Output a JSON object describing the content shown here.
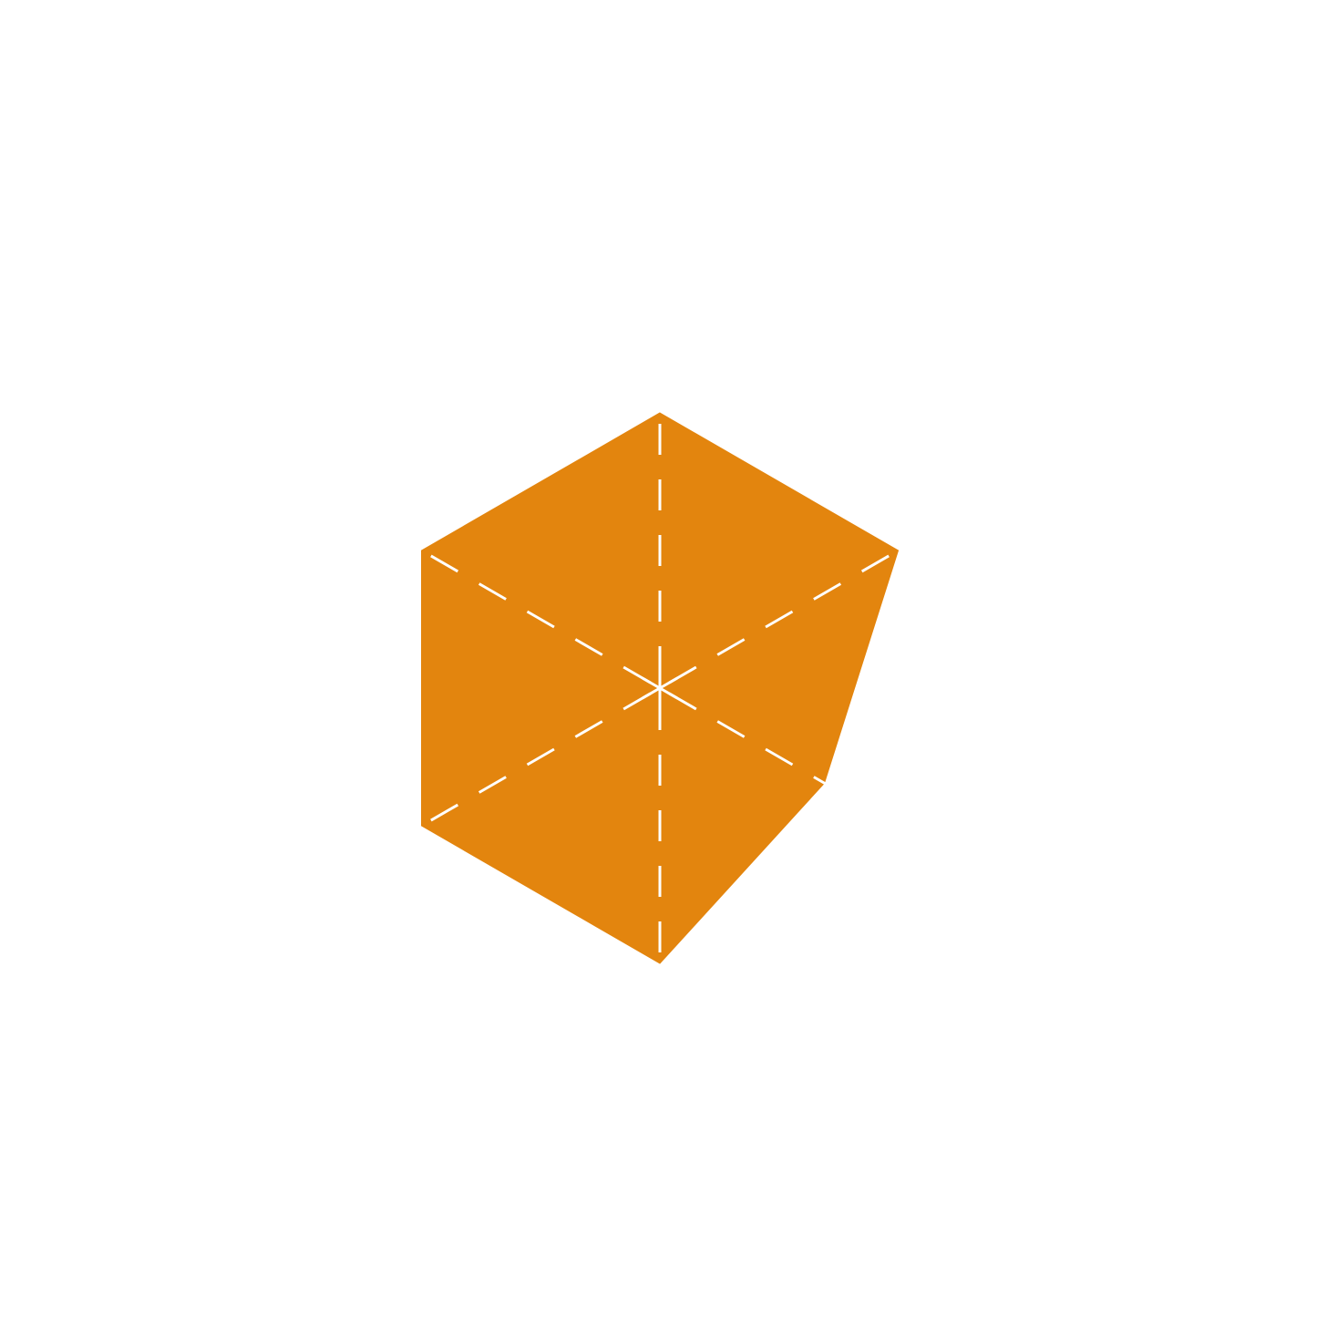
{
  "chart_data": {
    "type": "radar",
    "title": "",
    "axes_count": 6,
    "axis_labels": [],
    "rlim": [
      0,
      1
    ],
    "grid": false,
    "legend": "none",
    "series": [
      {
        "values": [
          1.0,
          1.0,
          0.69,
          1.0,
          1.0,
          1.0
        ],
        "color": "#e3850e"
      }
    ],
    "axis_line_color": "#ffffff",
    "background": "#ffffff"
  }
}
